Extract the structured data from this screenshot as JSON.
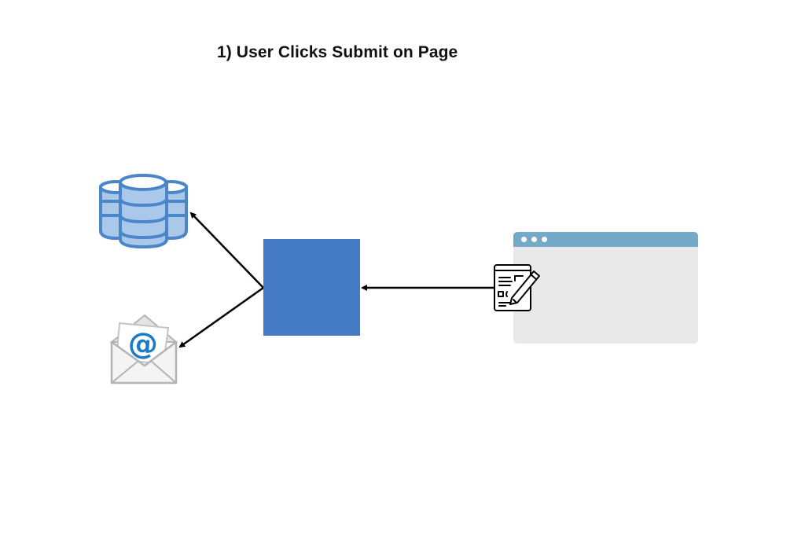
{
  "diagram": {
    "title": "1) User Clicks Submit on Page",
    "nodes": [
      {
        "id": "database",
        "icon": "database-icon",
        "label": ""
      },
      {
        "id": "email",
        "icon": "email-at-icon",
        "label": ""
      },
      {
        "id": "process",
        "icon": "process-box",
        "label": "",
        "color": "#4479c4"
      },
      {
        "id": "web-page",
        "icon": "browser-window-icon",
        "label": ""
      },
      {
        "id": "form",
        "icon": "form-edit-icon",
        "label": ""
      }
    ],
    "edges": [
      {
        "from": "form",
        "to": "process"
      },
      {
        "from": "process",
        "to": "database"
      },
      {
        "from": "process",
        "to": "email"
      }
    ],
    "colors": {
      "process_fill": "#4479c4",
      "database_stroke": "#4a86c8",
      "database_fill": "#a9c8ea",
      "browser_titlebar": "#74aac7",
      "browser_body": "#e9e9e9",
      "email_symbol": "#1a7cc4",
      "arrow": "#000000"
    }
  }
}
